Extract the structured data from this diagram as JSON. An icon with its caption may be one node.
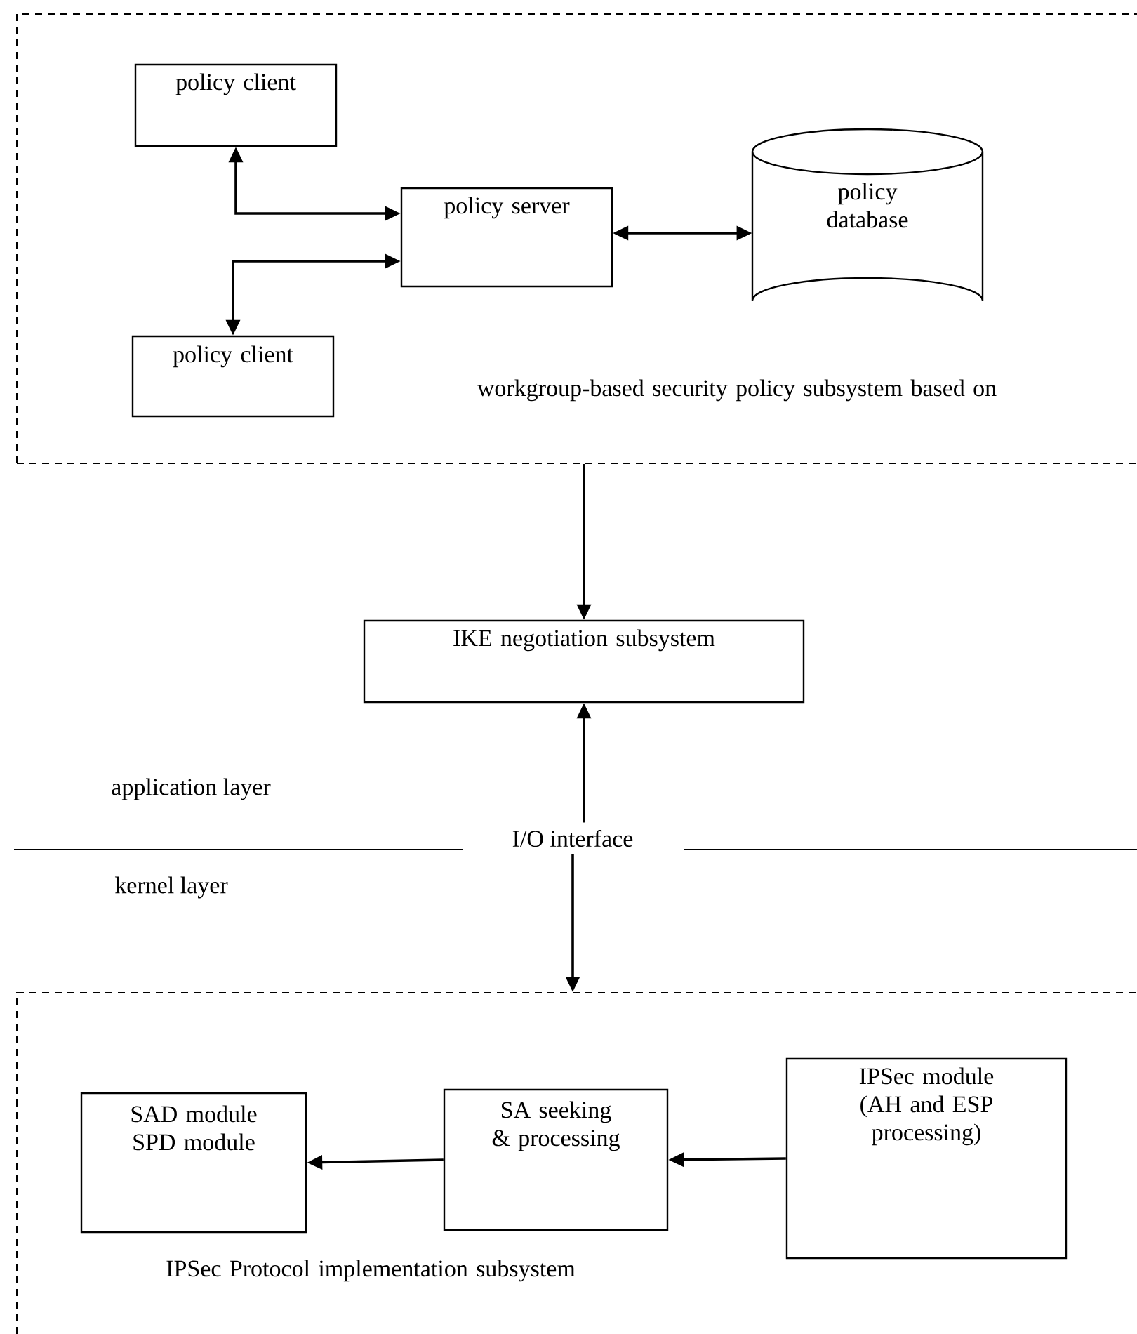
{
  "diagram": {
    "nodes": [
      {
        "text": [
          "workgroup-based security policy subsystem based on"
        ]
      },
      {
        "text": [
          "policy client"
        ],
        "in": 0
      },
      {
        "text": [
          "policy server"
        ],
        "in": 0
      },
      {
        "text": [
          "policy database"
        ],
        "in": 0
      },
      {
        "text": [
          "policy client"
        ],
        "in": 0
      },
      {
        "text": [
          "IKE negotiation subsystem"
        ]
      },
      {
        "text": [
          "I/O interface"
        ]
      },
      {
        "text": [
          "IPSec Protocol implementation subsystem"
        ]
      },
      {
        "text": [
          "SAD module SPD module"
        ],
        "in": 7
      },
      {
        "text": [
          "SA seeking & processing"
        ],
        "in": 7
      },
      {
        "text": [
          "IPSec module (AH and ESP processing)"
        ],
        "in": 7
      }
    ],
    "edges": [
      {
        "from": 1,
        "to": 2,
        "arrow": "both"
      },
      {
        "from": 4,
        "to": 2,
        "arrow": "both"
      },
      {
        "from": 2,
        "to": 3,
        "arrow": "both"
      },
      {
        "from": 0,
        "to": 5,
        "arrow": "to"
      },
      {
        "from": 6,
        "to": 5,
        "arrow": "to"
      },
      {
        "from": 6,
        "to": 7,
        "arrow": "to"
      },
      {
        "from": 10,
        "to": 9,
        "arrow": "to"
      },
      {
        "from": 9,
        "to": 8,
        "arrow": "to"
      }
    ],
    "labels": [
      "application layer",
      "kernel layer"
    ]
  }
}
